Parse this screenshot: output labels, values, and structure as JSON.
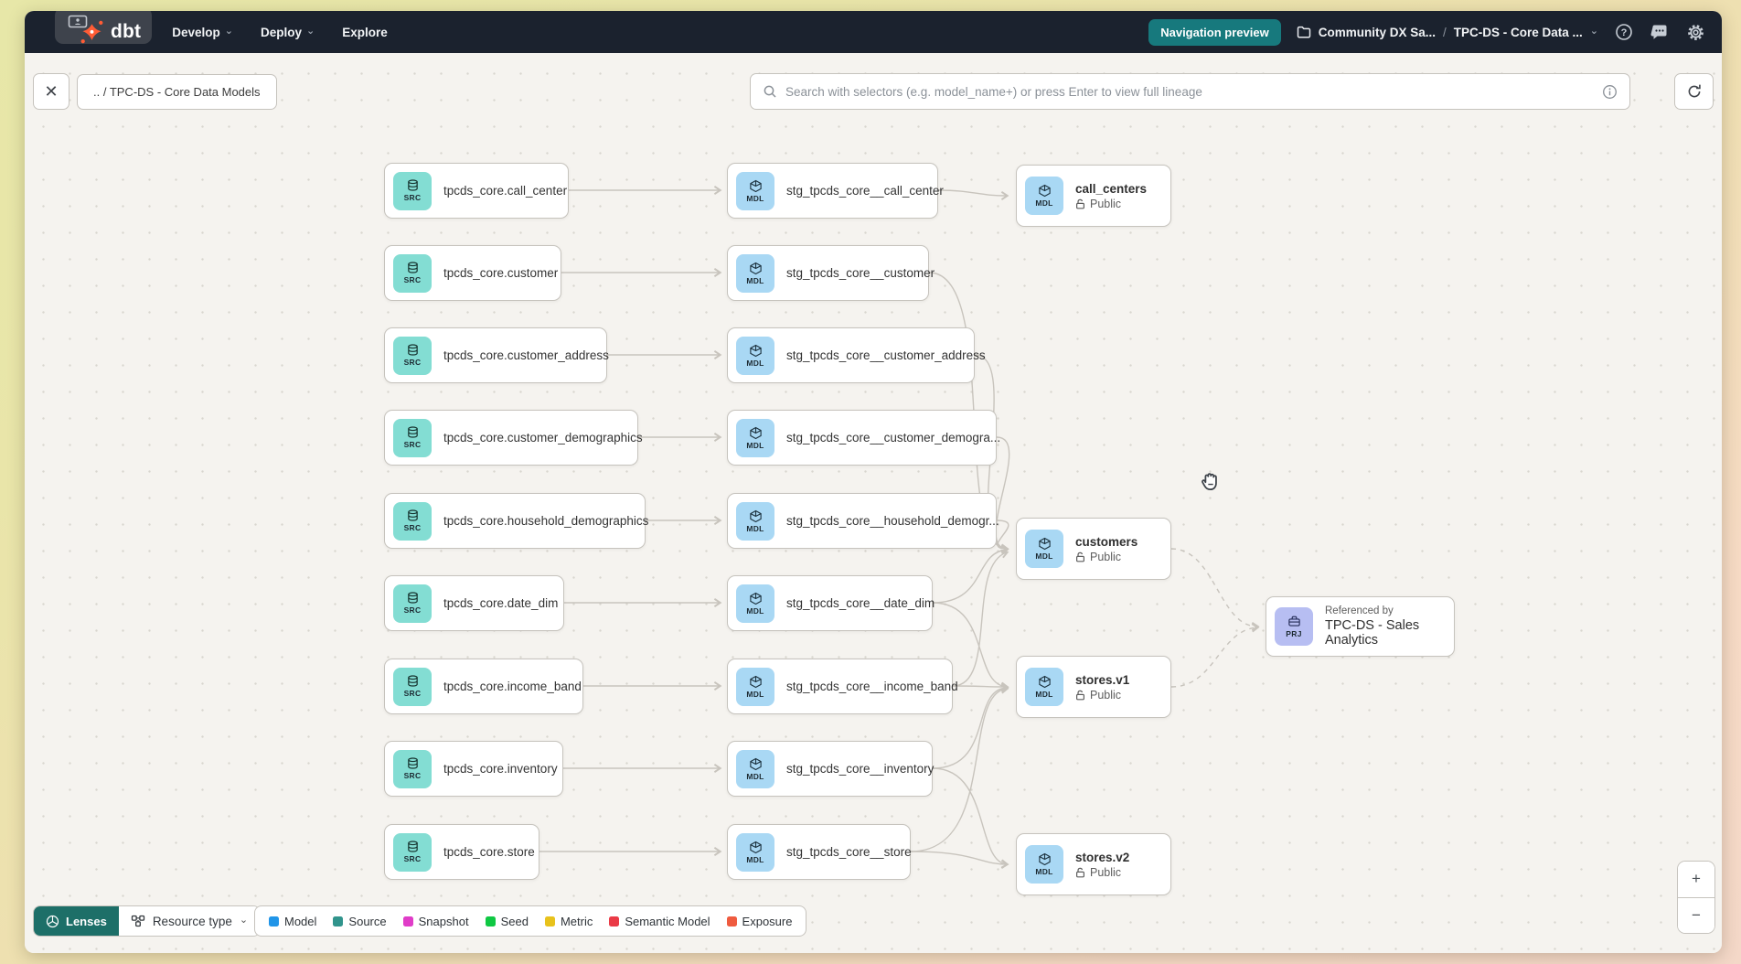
{
  "navbar": {
    "logo": "dbt",
    "menu": [
      {
        "label": "Develop",
        "chevron": true
      },
      {
        "label": "Deploy",
        "chevron": true
      },
      {
        "label": "Explore",
        "chevron": false
      }
    ],
    "preview_badge": "Navigation preview",
    "account": "Community DX Sa...",
    "separator": "/",
    "project": "TPC-DS - Core Data ..."
  },
  "toolbar": {
    "breadcrumb": ".. / TPC-DS - Core Data Models",
    "search_placeholder": "Search with selectors (e.g. model_name+) or press Enter to view full lineage"
  },
  "icons": {
    "close": "✕",
    "chevron_down": "⌄",
    "help": "?",
    "zoom_in": "+",
    "zoom_out": "−"
  },
  "graph": {
    "badges": {
      "source": "SRC",
      "model": "MDL",
      "project": "PRJ"
    },
    "sources": [
      "tpcds_core.call_center",
      "tpcds_core.customer",
      "tpcds_core.customer_address",
      "tpcds_core.customer_demographics",
      "tpcds_core.household_demographics",
      "tpcds_core.date_dim",
      "tpcds_core.income_band",
      "tpcds_core.inventory",
      "tpcds_core.store"
    ],
    "staging": [
      "stg_tpcds_core__call_center",
      "stg_tpcds_core__customer",
      "stg_tpcds_core__customer_address",
      "stg_tpcds_core__customer_demogra...",
      "stg_tpcds_core__household_demogr...",
      "stg_tpcds_core__date_dim",
      "stg_tpcds_core__income_band",
      "stg_tpcds_core__inventory",
      "stg_tpcds_core__store"
    ],
    "marts": [
      {
        "name": "call_centers",
        "access": "Public"
      },
      {
        "name": "customers",
        "access": "Public"
      },
      {
        "name": "stores.v1",
        "access": "Public"
      },
      {
        "name": "stores.v2",
        "access": "Public"
      }
    ],
    "project_node": {
      "eyebrow": "Referenced by",
      "name": "TPC-DS - Sales Analytics"
    }
  },
  "footer": {
    "lenses": "Lenses",
    "resource_type": "Resource type",
    "legend": [
      {
        "label": "Model",
        "color": "#2095e8"
      },
      {
        "label": "Source",
        "color": "#31948c"
      },
      {
        "label": "Snapshot",
        "color": "#e03cc8"
      },
      {
        "label": "Seed",
        "color": "#0fc843"
      },
      {
        "label": "Metric",
        "color": "#e8c21c"
      },
      {
        "label": "Semantic Model",
        "color": "#ea3a46"
      },
      {
        "label": "Exposure",
        "color": "#ef5b3f"
      }
    ]
  }
}
